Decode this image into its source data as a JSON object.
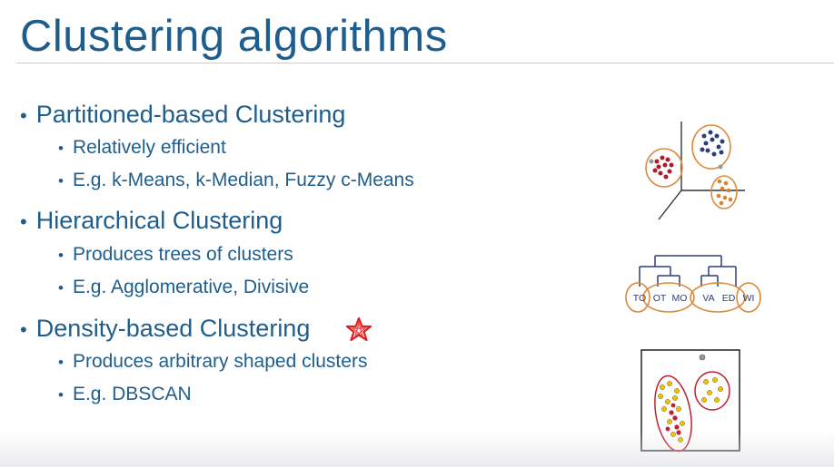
{
  "title": "Clustering algorithms",
  "bullets": [
    {
      "text": "Partitioned-based Clustering",
      "subs": [
        "Relatively efficient",
        "E.g. k-Means, k-Median, Fuzzy c-Means"
      ]
    },
    {
      "text": "Hierarchical Clustering",
      "subs": [
        "Produces trees of clusters",
        "E.g. Agglomerative, Divisive"
      ]
    },
    {
      "text": "Density-based Clustering",
      "subs": [
        "Produces arbitrary shaped clusters",
        "E.g. DBSCAN"
      ]
    }
  ],
  "dendrogram_leaves": [
    "TO",
    "OT",
    "MO",
    "VA",
    "ED",
    "WI"
  ],
  "colors": {
    "title": "#1f5e8c",
    "text": "#1f5e8c",
    "circle": "#d98a3a",
    "star": "#e02020",
    "cluster_red": "#b0192b",
    "cluster_blue": "#2c3e7a",
    "cluster_orange": "#d9822b",
    "points_yellow": "#f2c200"
  },
  "icons": [
    "bullet-dot",
    "star-icon"
  ]
}
